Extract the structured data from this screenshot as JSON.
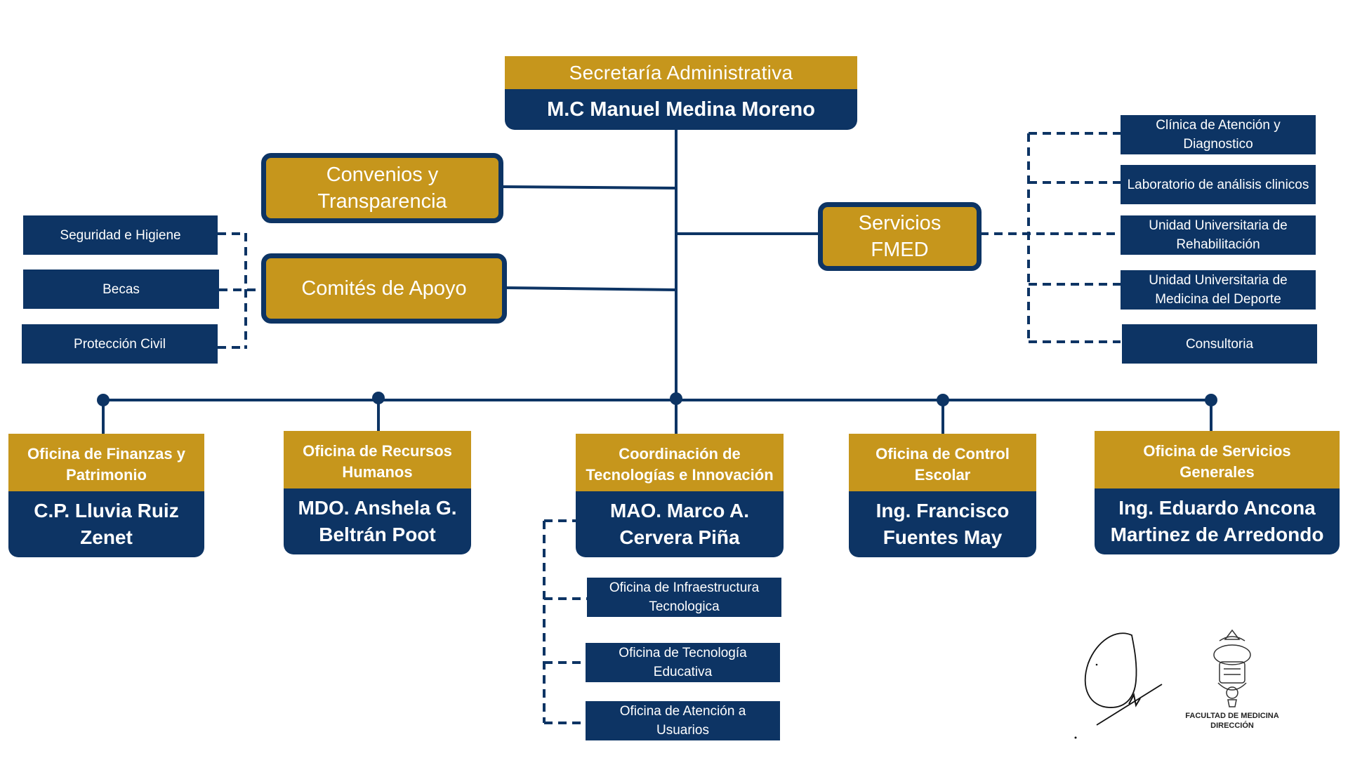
{
  "top": {
    "title": "Secretaría Administrativa",
    "name": "M.C Manuel Medina Moreno"
  },
  "convenios": {
    "label": "Convenios y Transparencia"
  },
  "comites": {
    "label": "Comités de Apoyo",
    "items": [
      "Seguridad e Higiene",
      "Becas",
      "Protección Civil"
    ]
  },
  "servicios": {
    "label": "Servicios FMED",
    "items": [
      "Clínica de Atención y Diagnostico",
      "Laboratorio de análisis clinicos",
      "Unidad Universitaria de Rehabilitación",
      "Unidad Universitaria de Medicina del Deporte",
      "Consultoria"
    ]
  },
  "offices": [
    {
      "title": "Oficina de Finanzas  y Patrimonio",
      "name": "C.P. Lluvia Ruiz Zenet"
    },
    {
      "title": "Oficina de Recursos Humanos",
      "name": "MDO. Anshela G. Beltrán Poot"
    },
    {
      "title": "Coordinación de Tecnologías e Innovación",
      "name": "MAO. Marco A. Cervera Piña"
    },
    {
      "title": "Oficina de Control Escolar",
      "name": "Ing. Francisco Fuentes May"
    },
    {
      "title": "Oficina de Servicios Generales",
      "name": "Ing. Eduardo Ancona Martinez de Arredondo"
    }
  ],
  "tech_sub": [
    "Oficina de Infraestructura Tecnologica",
    "Oficina de Tecnología Educativa",
    "Oficina de Atención a Usuarios"
  ],
  "seal": {
    "line1": "FACULTAD DE MEDICINA",
    "line2": "DIRECCIÓN"
  },
  "colors": {
    "navy": "#0d3464",
    "gold": "#c6961c"
  }
}
